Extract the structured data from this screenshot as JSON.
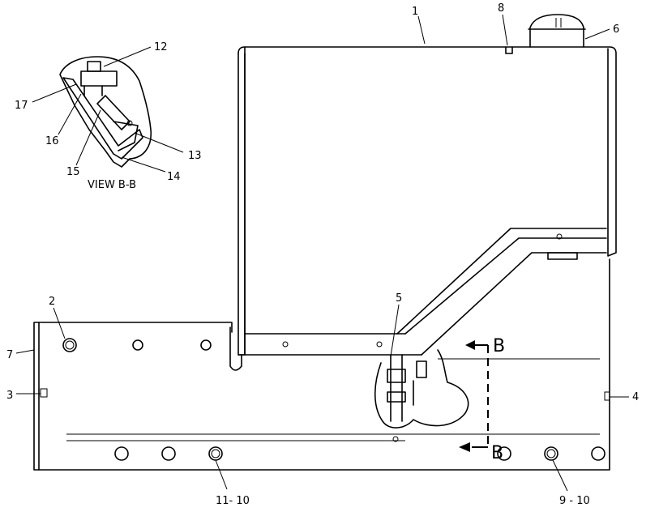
{
  "view_title": "VIEW B-B",
  "section_letter": "B",
  "callouts": {
    "c1": "1",
    "c2": "2",
    "c3": "3",
    "c4": "4",
    "c5": "5",
    "c6": "6",
    "c7": "7",
    "c8": "8",
    "c9": "9 - 10",
    "c11": "11- 10",
    "c12": "12",
    "c13": "13",
    "c14": "14",
    "c15": "15",
    "c16": "16",
    "c17": "17"
  }
}
